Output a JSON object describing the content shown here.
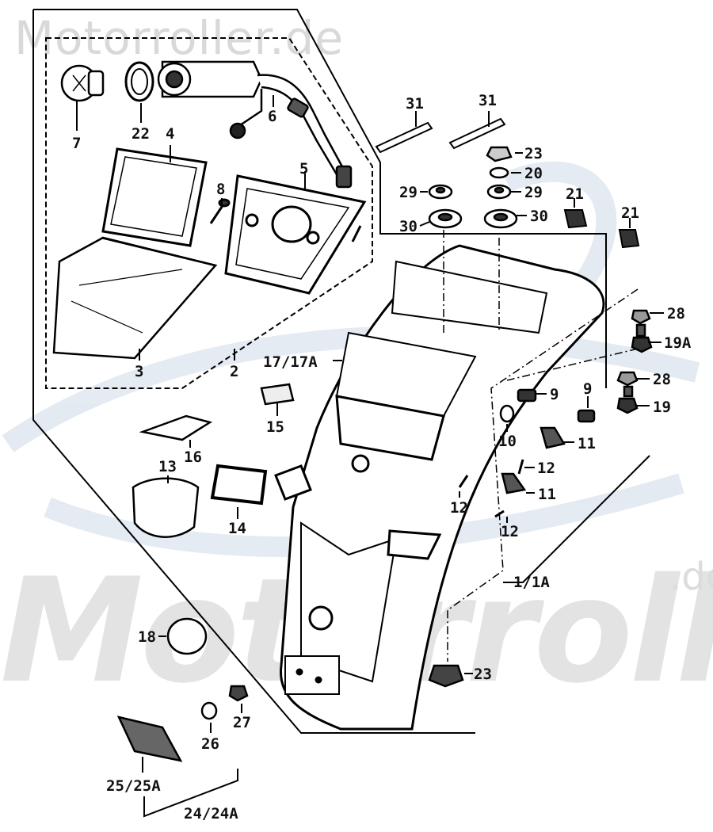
{
  "watermark": {
    "top": "Motorroller.de",
    "big": "Motorroller",
    "suffix": ".de"
  },
  "labels": {
    "l7": "7",
    "l22": "22",
    "l4": "4",
    "l6": "6",
    "l5": "5",
    "l8": "8",
    "l3": "3",
    "l2": "2",
    "l31a": "31",
    "l31b": "31",
    "l23a": "23",
    "l20": "20",
    "l29a": "29",
    "l29b": "29",
    "l30a": "30",
    "l30b": "30",
    "l21a": "21",
    "l21b": "21",
    "l28a": "28",
    "l19a": "19A",
    "l28b": "28",
    "l19": "19",
    "l9a": "9",
    "l9b": "9",
    "l10": "10",
    "l11a": "11",
    "l11b": "11",
    "l12a": "12",
    "l12b": "12",
    "l12c": "12",
    "l17": "17/17A",
    "l15": "15",
    "l16": "16",
    "l13": "13",
    "l14": "14",
    "l1": "1/1A",
    "l18": "18",
    "l23b": "23",
    "l26": "26",
    "l27": "27",
    "l25": "25/25A",
    "l24": "24/24A"
  }
}
